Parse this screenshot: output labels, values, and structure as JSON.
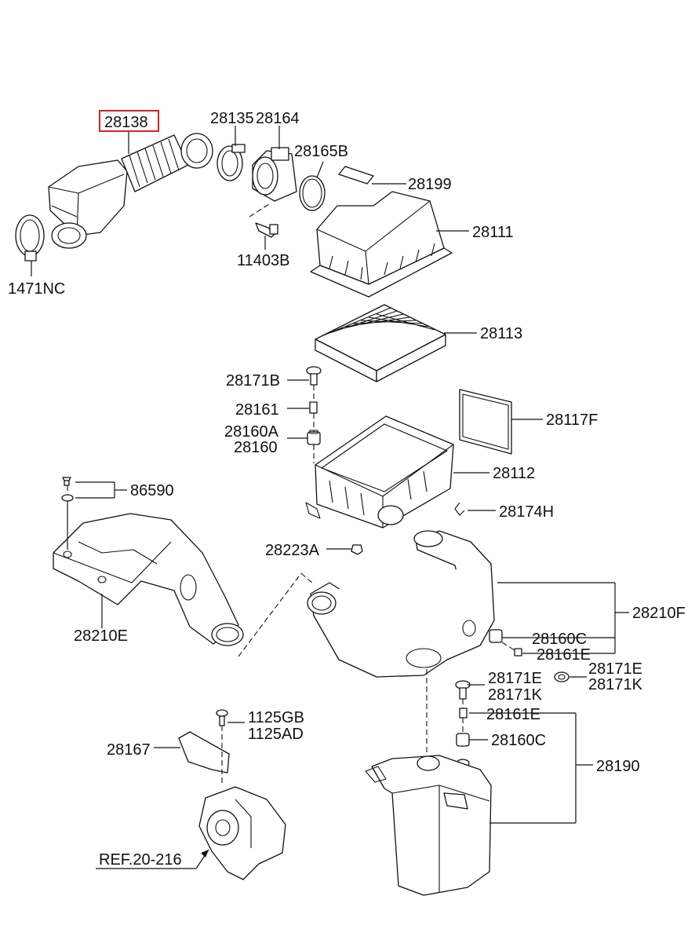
{
  "labels": {
    "l28138": "28138",
    "l28135": "28135",
    "l28164": "28164",
    "l28165B": "28165B",
    "l28199": "28199",
    "l28111": "28111",
    "l11403B": "11403B",
    "l1471NC": "1471NC",
    "l28113": "28113",
    "l28171B": "28171B",
    "l28161": "28161",
    "l28160A": "28160A",
    "l28160": "28160",
    "l28117F": "28117F",
    "l28112": "28112",
    "l86590": "86590",
    "l28174H": "28174H",
    "l28223A": "28223A",
    "l28210F": "28210F",
    "l28210E": "28210E",
    "l28160C_a": "28160C",
    "l28161E_a": "28161E",
    "l28171E_a": "28171E",
    "l28171K_a": "28171K",
    "l28171E_b": "28171E",
    "l28171K_b": "28171K",
    "l1125GB": "1125GB",
    "l1125AD": "1125AD",
    "l28161E_b": "28161E",
    "l28160C_b": "28160C",
    "l28167": "28167",
    "l28190": "28190",
    "lREF": "REF.20-216"
  },
  "highlight_color": "#e02020"
}
